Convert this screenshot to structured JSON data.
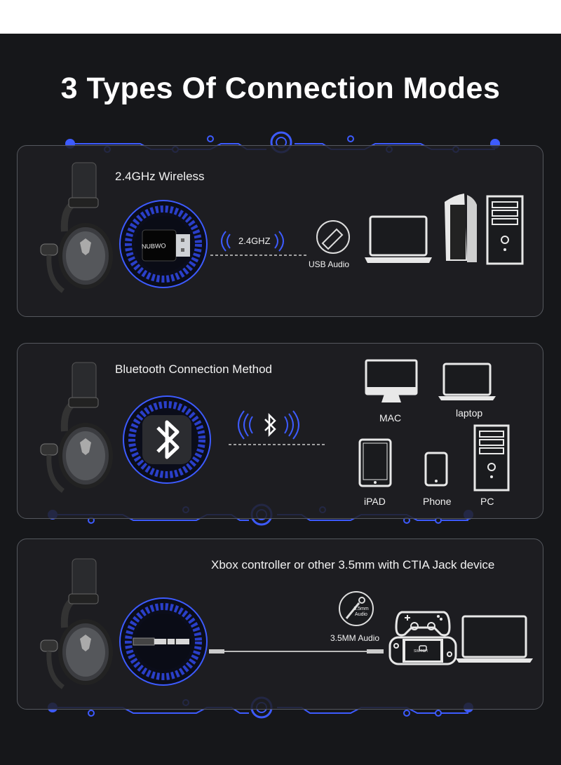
{
  "title": "3 Types Of Connection Modes",
  "colors": {
    "background": "#16171a",
    "accent": "#3d5bff",
    "text": "#ffffff"
  },
  "modes": [
    {
      "label": "2.4GHz Wireless",
      "dongle_brand": "NUBWO",
      "signal_label": "2.4GHZ",
      "usb_label": "USB Audio",
      "devices": [
        "laptop-icon",
        "console-icon",
        "pc-tower-icon"
      ]
    },
    {
      "label": "Bluetooth Connection Method",
      "devices": [
        {
          "label": "MAC",
          "icon": "imac-icon"
        },
        {
          "label": "laptop",
          "icon": "laptop-icon"
        },
        {
          "label": "iPAD",
          "icon": "tablet-icon"
        },
        {
          "label": "Phone",
          "icon": "phone-icon"
        },
        {
          "label": "PC",
          "icon": "pc-tower-icon"
        }
      ]
    },
    {
      "label": "Xbox controller or other 3.5mm with CTIA Jack device",
      "jack_icon_text": "3.5mm Audio",
      "jack_label": "3.5MM Audio",
      "switch_text": "SWITCH",
      "devices": [
        "gamepad-icon",
        "handheld-console-icon",
        "laptop-icon"
      ]
    }
  ]
}
